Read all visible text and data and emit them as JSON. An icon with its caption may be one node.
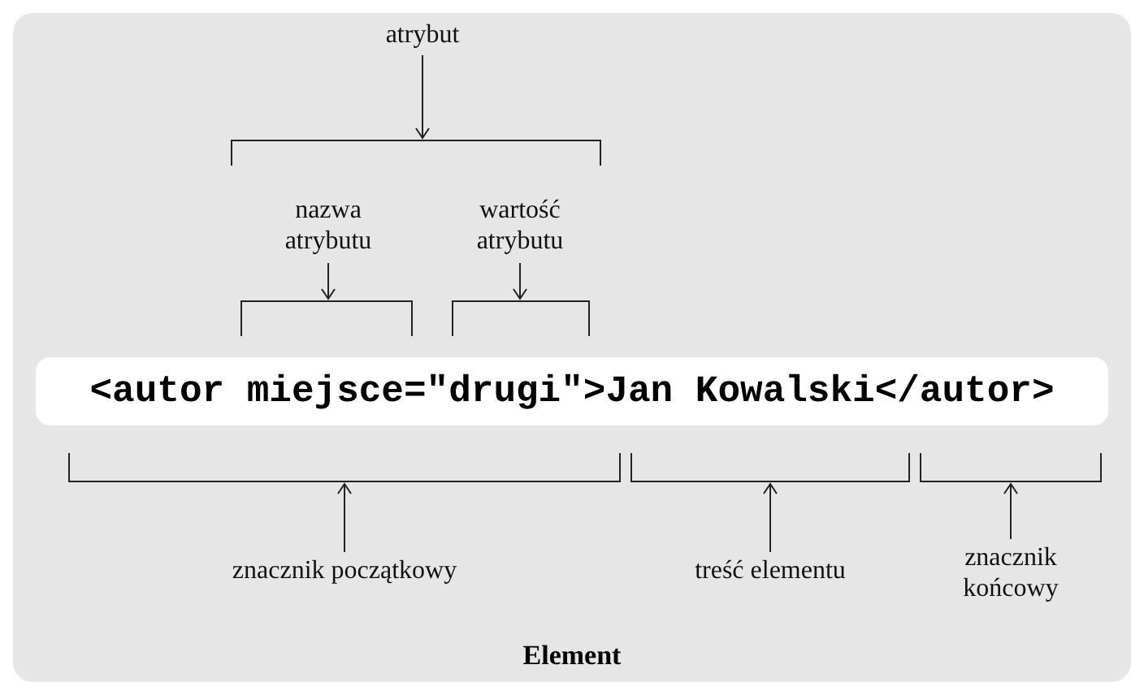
{
  "diagram": {
    "caption": "Element",
    "nodes": [
      {
        "text": [
          "atrybut"
        ]
      },
      {
        "text": [],
        "shape": "bracket"
      },
      {
        "text": [
          "nazwa atrybutu"
        ]
      },
      {
        "text": [
          "wartość atrybutu"
        ]
      },
      {
        "text": [],
        "shape": "bracket"
      },
      {
        "text": [],
        "shape": "bracket"
      },
      {
        "text": [
          "<autor miejsce=\"drugi\">Jan Kowalski</autor>"
        ]
      },
      {
        "text": [],
        "shape": "bracket"
      },
      {
        "text": [],
        "shape": "bracket"
      },
      {
        "text": [],
        "shape": "bracket"
      },
      {
        "text": [
          "znacznik początkowy"
        ]
      },
      {
        "text": [
          "treść elementu"
        ]
      },
      {
        "text": [
          "znacznik końcowy"
        ]
      }
    ],
    "edges": [
      {
        "from": 0,
        "to": 1,
        "arrow": "to"
      },
      {
        "from": 2,
        "to": 4,
        "arrow": "to"
      },
      {
        "from": 3,
        "to": 5,
        "arrow": "to"
      },
      {
        "from": 10,
        "to": 7,
        "arrow": "to"
      },
      {
        "from": 11,
        "to": 8,
        "arrow": "to"
      },
      {
        "from": 12,
        "to": 9,
        "arrow": "to"
      }
    ]
  }
}
